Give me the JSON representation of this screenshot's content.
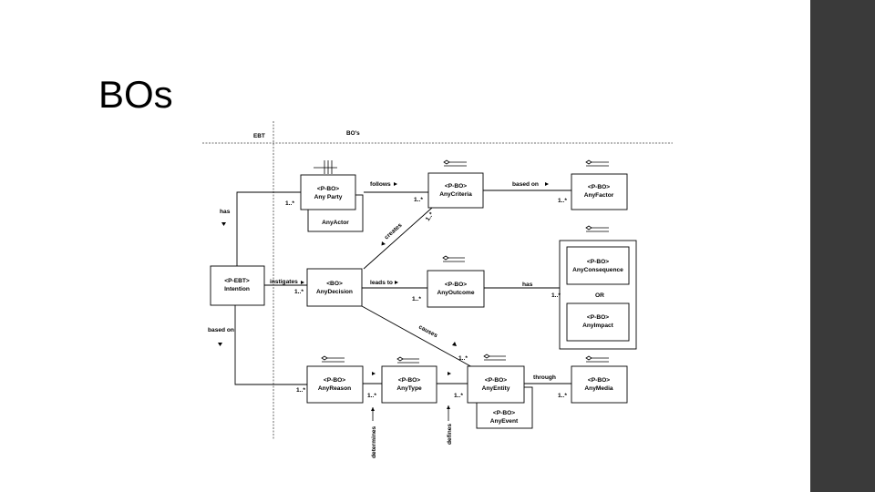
{
  "slide": {
    "title": "BOs",
    "sidebar_color": "#3a3a3a"
  },
  "diagram": {
    "headers": {
      "left": "EBT",
      "right": "BO's"
    },
    "boxes": {
      "intention": {
        "stereo": "<P-EBT>",
        "name": "Intention"
      },
      "anyparty": {
        "stereo": "<P-BO>",
        "name": "Any Party"
      },
      "anyactor": {
        "name": "AnyActor"
      },
      "anycriteria": {
        "stereo": "<P-BO>",
        "name": "AnyCriteria"
      },
      "anyfactor": {
        "stereo": "<P-BO>",
        "name": "AnyFactor"
      },
      "anydecision": {
        "stereo": "<BO>",
        "name": "AnyDecision"
      },
      "anyoutcome": {
        "stereo": "<P-BO>",
        "name": "AnyOutcome"
      },
      "anyconsequence": {
        "stereo": "<P-BO>",
        "name": "AnyConsequence"
      },
      "or": "OR",
      "anyimpact": {
        "stereo": "<P-BO>",
        "name": "AnyImpact"
      },
      "anyreason": {
        "stereo": "<P-BO>",
        "name": "AnyReason"
      },
      "anytype": {
        "stereo": "<P-BO>",
        "name": "AnyType"
      },
      "anyentity": {
        "stereo": "<P-BO>",
        "name": "AnyEntity"
      },
      "anyevent": {
        "stereo": "<P-BO>",
        "name": "AnyEvent"
      },
      "anymedia": {
        "stereo": "<P-BO>",
        "name": "AnyMedia"
      }
    },
    "labels": {
      "has": "has",
      "based_on_left": "based on",
      "instigates": "instigates",
      "follows": "follows",
      "based_on_top": "based on",
      "creates": "creates",
      "leads_to": "leads to",
      "has_right": "has",
      "causes": "causes",
      "through": "through",
      "determines": "determines",
      "defines": "defines"
    },
    "multiplicities": {
      "party": "1..*",
      "criteria_left": "1..*",
      "criteria_diag": "1..*",
      "factor": "1..*",
      "decision": "1..*",
      "outcome": "1..*",
      "consequence": "1..*",
      "reason": "1..*",
      "type": "1..*",
      "entity_top": "1..*",
      "entity": "1..*",
      "media": "1..*"
    }
  }
}
